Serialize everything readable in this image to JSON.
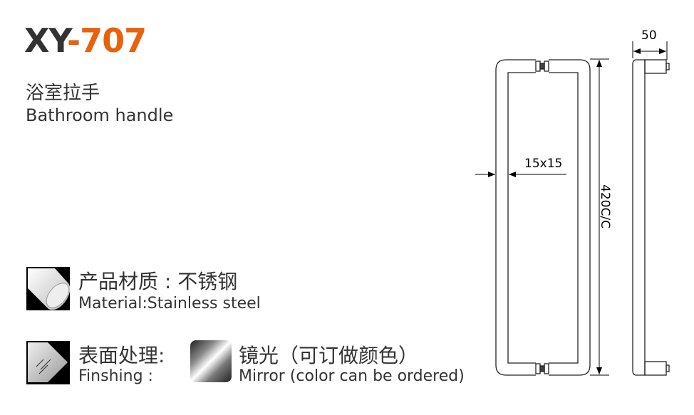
{
  "product": {
    "model_prefix": "XY",
    "model_number": "-707",
    "name_cn": "浴室拉手",
    "name_en": "Bathroom handle"
  },
  "material": {
    "label_cn": "产品材质 : 不锈钢",
    "label_en": "Material:Stainless steel"
  },
  "finishing": {
    "label_cn": "表面处理:",
    "label_en": "Finshing :",
    "value_cn": "镜光（可订做颜色）",
    "value_en": "Mirror  (color can be ordered)"
  },
  "dimensions": {
    "tube": "15x15",
    "center_to_center": "420C/C",
    "projection": "50"
  },
  "colors": {
    "accent": "#e8620e",
    "text": "#333333"
  }
}
